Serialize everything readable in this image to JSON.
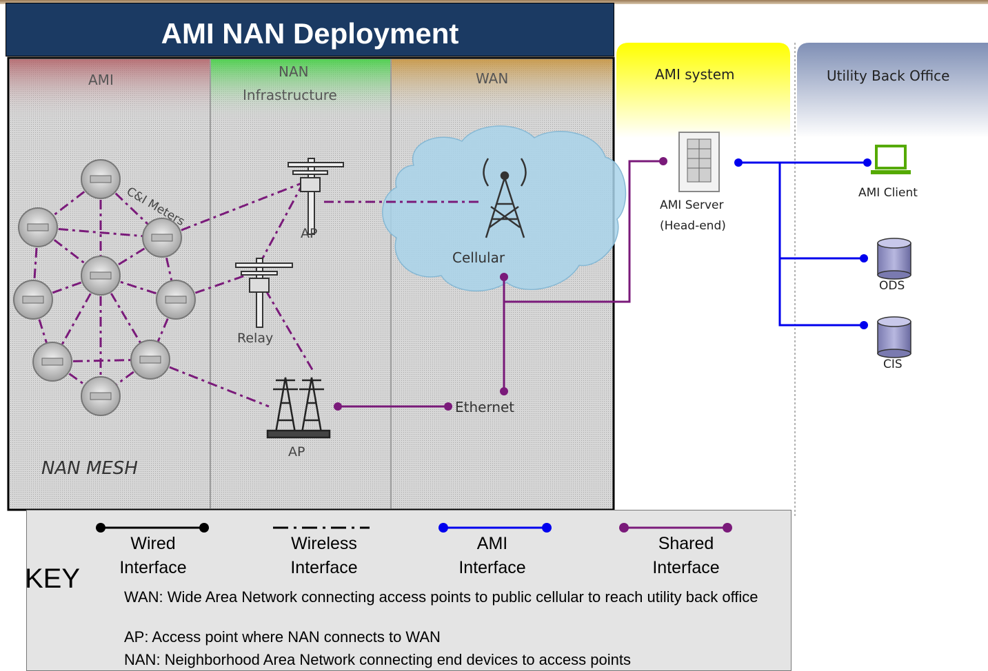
{
  "title": "AMI NAN Deployment",
  "zones": {
    "ami": "AMI",
    "nan_line1": "NAN",
    "nan_line2": "Infrastructure",
    "wan": "WAN",
    "ami_system": "AMI system",
    "back_office": "Utility Back Office"
  },
  "nodes": {
    "ci_meters": "C&I Meters",
    "ap_top": "AP",
    "relay": "Relay",
    "ap_bottom": "AP",
    "nan_mesh": "NAN MESH",
    "cellular": "Cellular",
    "ethernet": "Ethernet",
    "ami_server_line1": "AMI Server",
    "ami_server_line2": "(Head-end)",
    "ami_client": "AMI Client",
    "ods": "ODS",
    "cis": "CIS"
  },
  "key": {
    "title": "KEY",
    "items": [
      {
        "line1": "Wired",
        "line2": "Interface",
        "color": "#000000"
      },
      {
        "line1": "Wireless",
        "line2": "Interface",
        "color": "#000000"
      },
      {
        "line1": "AMI",
        "line2": "Interface",
        "color": "#0000ee"
      },
      {
        "line1": "Shared",
        "line2": "Interface",
        "color": "#7a1a7a"
      }
    ],
    "definitions": [
      "WAN: Wide Area Network connecting access points to public cellular to reach utility back office",
      "AP: Access point where NAN connects to WAN",
      "NAN: Neighborhood Area Network connecting end devices to access points"
    ]
  },
  "colors": {
    "title_bg": "#1b3a63",
    "ami_interface": "#0000ee",
    "shared_interface": "#7a1a7a",
    "wireless_link": "#7a1a7a",
    "cloud": "#a9d4ea"
  }
}
